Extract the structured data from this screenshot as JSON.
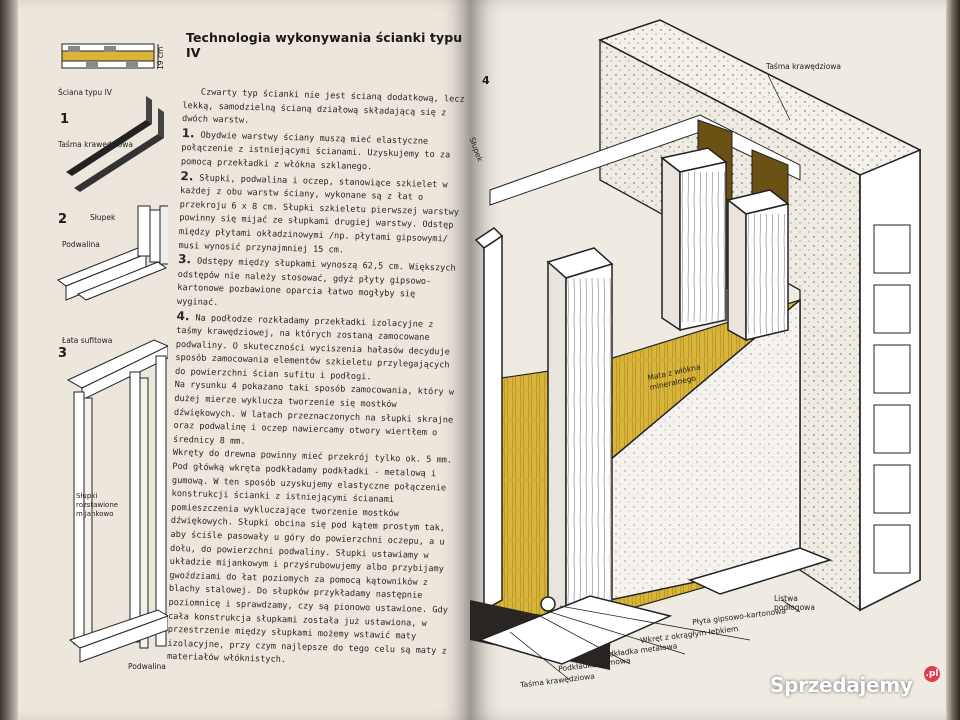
{
  "left_page": {
    "title": "Technologia wykonywania ścianki typu IV",
    "paragraphs": [
      {
        "num": "",
        "text": "Czwarty typ ścianki nie jest ścianą dodatkową, lecz lekką, samodzielną ścianą działową składającą się z dwóch warstw."
      },
      {
        "num": "1.",
        "text": "Obydwie warstwy ściany muszą mieć elastyczne połączenie z istniejącymi ścianami. Uzyskujemy to za pomocą przekładki z włókna szklanego."
      },
      {
        "num": "2.",
        "text": "Słupki, podwalina i oczep, stanowiące szkielet w każdej z obu warstw ściany, wykonane są z łat o przekroju 6 x 8 cm. Słupki szkieletu pierwszej warstwy powinny się mijać ze słupkami drugiej warstwy. Odstęp między płytami okładzinowymi /np. płytami gipsowymi/ musi wynosić przynajmniej 15 cm."
      },
      {
        "num": "3.",
        "text": "Odstępy między słupkami wynoszą 62,5 cm. Większych odstępów nie należy stosować, gdyż płyty gipsowo-kartonowe pozbawione oparcia łatwo mogłyby się wyginać."
      },
      {
        "num": "4.",
        "text": "Na podłodze rozkładamy przekładki izolacyjne z taśmy krawędziowej, na których zostaną zamocowane podwaliny. O skuteczności wyciszenia hałasów decyduje sposób zamocowania elementów szkieletu przylegających do powierzchni ścian sufitu i podłogi."
      },
      {
        "num": "",
        "text": "Na rysunku 4 pokazano taki sposób zamocowania, który w dużej mierze wyklucza tworzenie się mostków dźwiękowych. W latach przeznaczonych na słupki skrajne oraz podwalinę i oczep nawiercamy otwory wiertłem o średnicy 8 mm."
      },
      {
        "num": "",
        "text": "Wkręty do drewna powinny mieć przekrój tylko ok. 5 mm. Pod główką wkręta podkładamy podkładki - metalową i gumową. W ten sposób uzyskujemy elastyczne połączenie konstrukcji ścianki z istniejącymi ścianami pomieszczenia wykluczające tworzenie mostków dźwiękowych. Słupki obcina się pod kątem prostym tak, aby ściśle pasowały u góry do powierzchni oczepu, a u dołu, do powierzchni podwaliny. Słupki ustawiamy w układzie mijankowym i przyśrubowujemy albo przybijamy gwoździami do łat poziomych za pomocą kątowników z blachy stalowej. Do słupków przykładamy następnie poziomnicę i sprawdzamy, czy są pionowo ustawione. Gdy cała konstrukcja słupkami została już ustawiona, w przestrzenie między słupkami możemy wstawić maty izolacyjne, przy czym najlepsze do tego celu są maty z materiałów włóknistych."
      }
    ],
    "fig_labels": {
      "wall_type": "Ściana typu IV",
      "dimension": "19 cm",
      "n1": "1",
      "tape": "Taśma krawędziowa",
      "n2": "2",
      "post": "Słupek",
      "base": "Podwalina",
      "n3": "3",
      "ceiling": "Łata sufitowa",
      "posts_staggered": "Słupki rozstawione mijankowo",
      "base_bottom": "Podwalina"
    }
  },
  "right_page": {
    "fig_number": "4",
    "labels": {
      "edge_tape_top": "Taśma krawędziowa",
      "post": "Słupek",
      "mat": "Mata z włókna mineralnego",
      "skirting": "Listwa podłogowa",
      "gypsum_board": "Płyta gipsowo-kartonowa",
      "screw": "Wkręt z okrągłym łebkiem",
      "metal_washer": "Podkładka metalowa",
      "rubber_washer": "Podkładka gumowa",
      "edge_tape_bottom": "Taśma krawędziowa"
    }
  },
  "watermark": {
    "text": "Sprzedajemy",
    "suffix": ".pl"
  },
  "colors": {
    "mat_yellow": "#d9b53a",
    "paper_left": "#ece6dc",
    "paper_right": "#efeae2",
    "ink": "#1f1b18"
  }
}
